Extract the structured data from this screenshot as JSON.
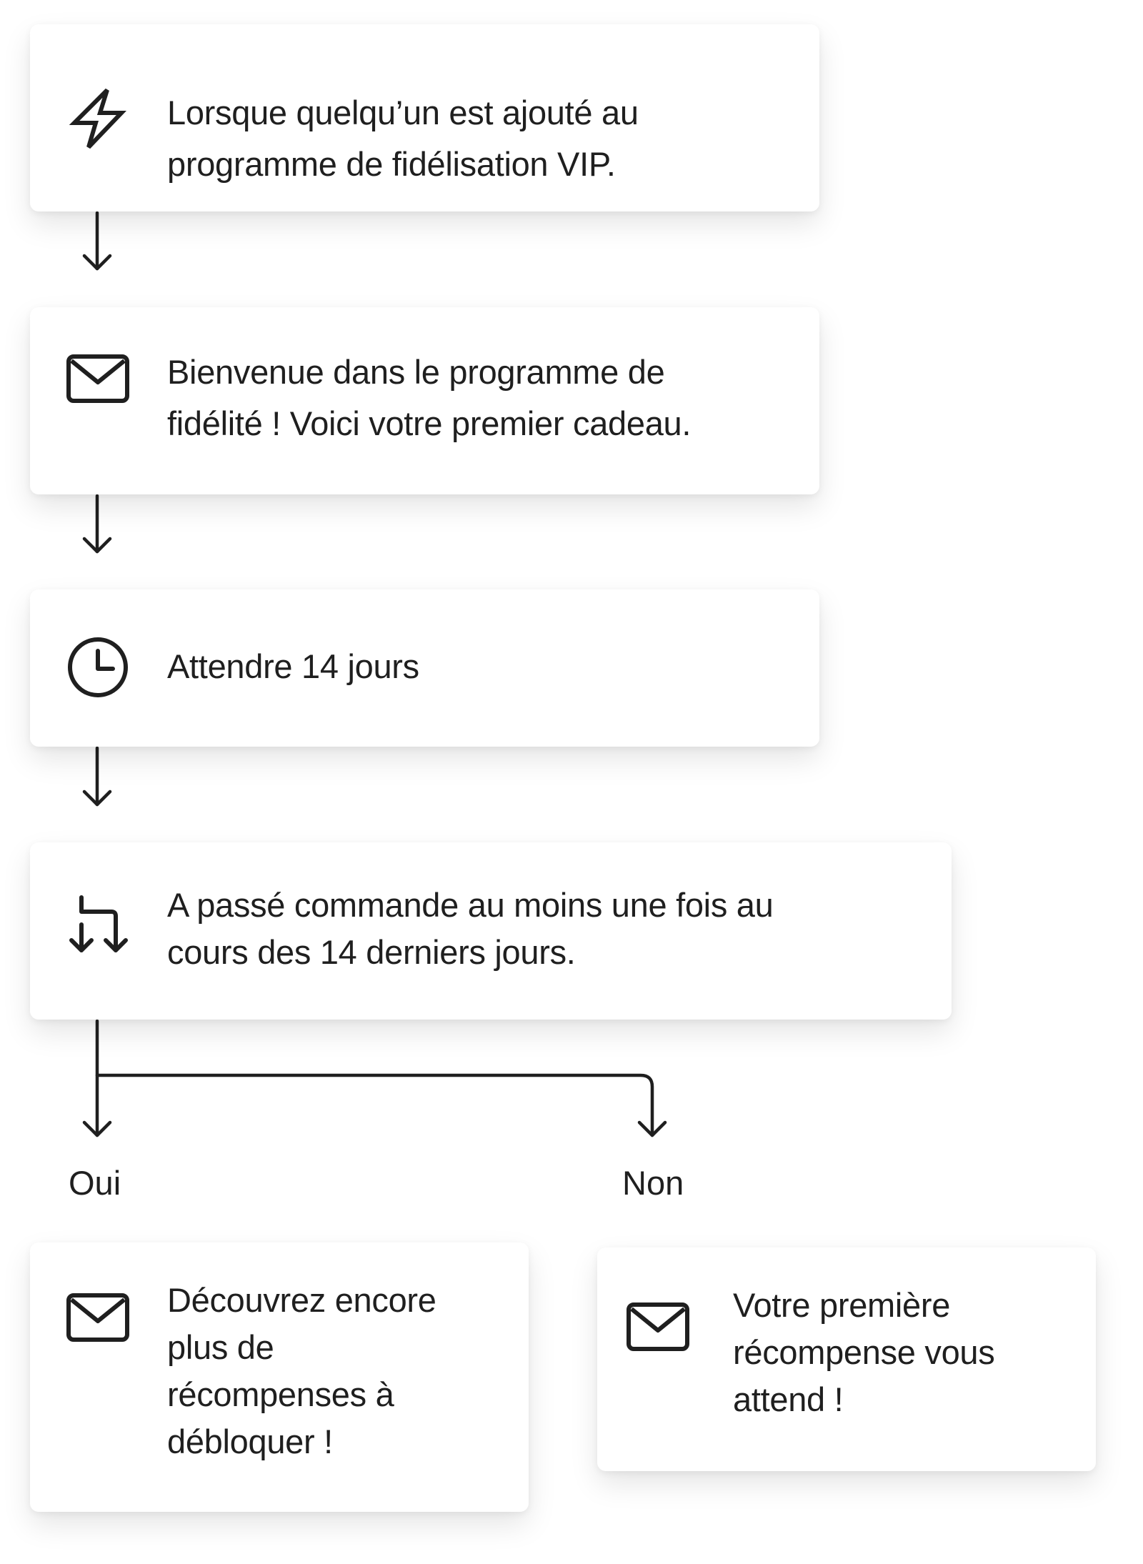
{
  "flow": {
    "steps": [
      {
        "icon": "lightning-icon",
        "text": "Lorsque quelqu’un est ajouté au\nprogramme de fidélisation VIP."
      },
      {
        "icon": "envelope-icon",
        "text": "Bienvenue dans le programme de\nfidélité ! Voici votre premier cadeau."
      },
      {
        "icon": "clock-icon",
        "text": "Attendre 14 jours"
      },
      {
        "icon": "split-icon",
        "text": "A passé commande au moins une fois au\ncours des 14 derniers jours."
      }
    ],
    "branches": {
      "yes": {
        "label": "Oui",
        "icon": "envelope-icon",
        "text": "Découvrez encore\nplus de\nrécompenses à\ndébloquer !"
      },
      "no": {
        "label": "Non",
        "icon": "envelope-icon",
        "text": "Votre première\nrécompense vous\nattend !"
      }
    }
  },
  "colors": {
    "ink": "#1f1f1f",
    "card": "#ffffff",
    "background": "#ffffff"
  }
}
